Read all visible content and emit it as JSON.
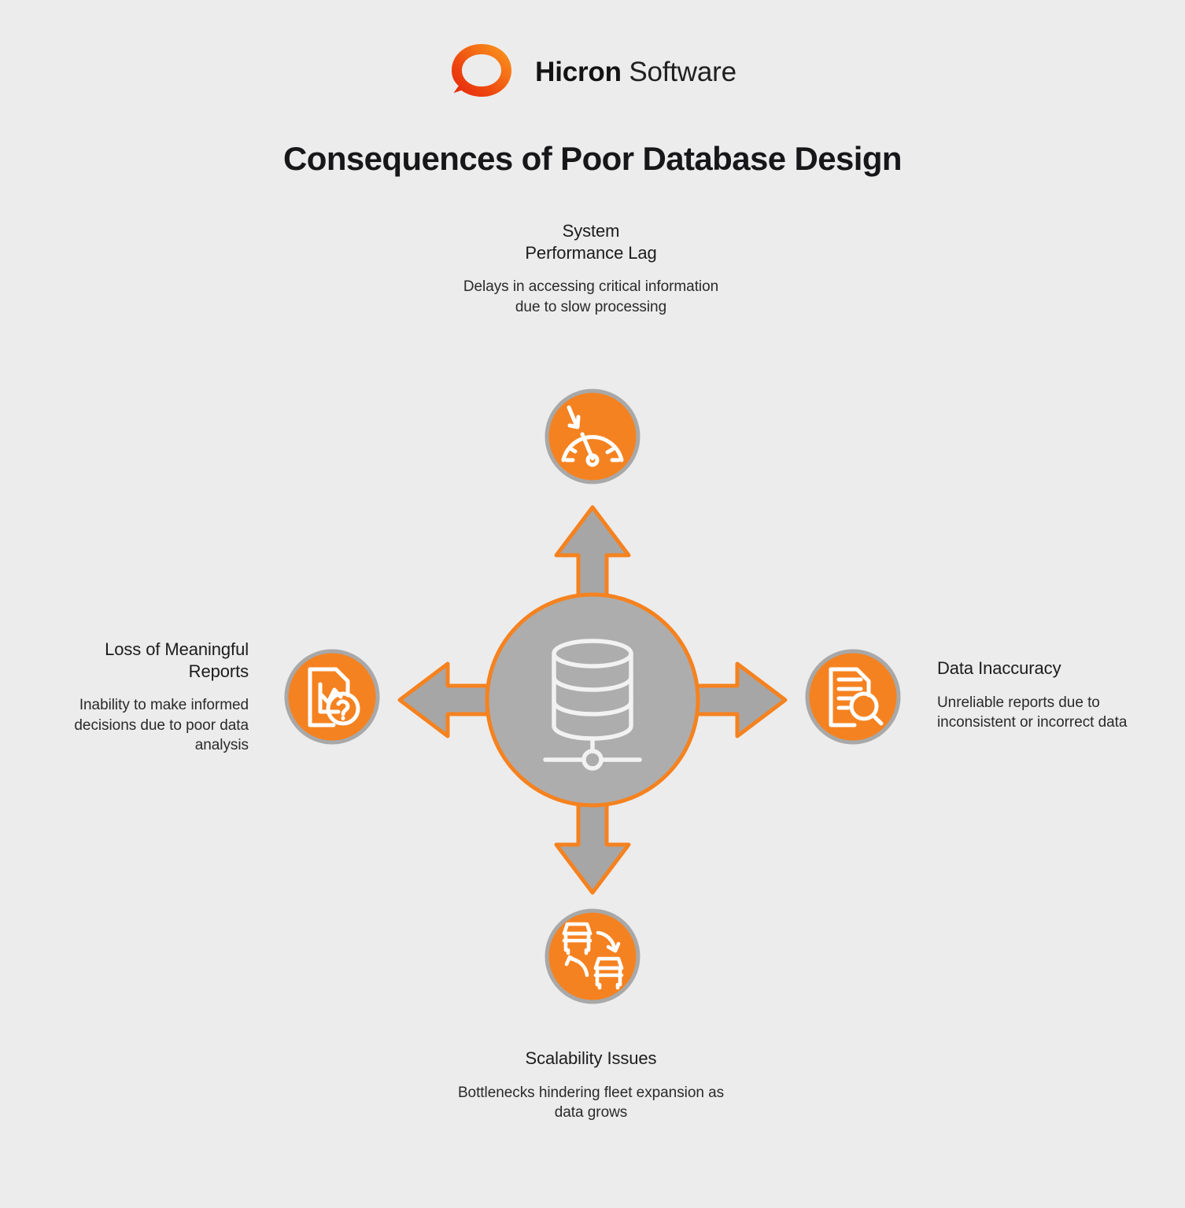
{
  "brand": {
    "logo_icon": "hicron-speech-bubble-ring",
    "name_bold": "Hicron",
    "name_light": "Software",
    "color_orange": "#F58220",
    "color_red": "#E63312"
  },
  "title": "Consequences of Poor Database Design",
  "center": {
    "icon": "database-server-icon",
    "fill": "#ADADAD",
    "ring": "#F5821F"
  },
  "arrows": {
    "fill": "#A6A6A6",
    "stroke": "#F5821F",
    "directions": [
      "up",
      "right",
      "down",
      "left"
    ]
  },
  "nodes": [
    {
      "id": "system-performance-lag",
      "position": "top",
      "heading": "System\nPerformance Lag",
      "heading_lines": [
        "System",
        "Performance Lag"
      ],
      "description": "Delays in accessing critical information due to slow processing",
      "icon": "speedometer-down-arrow-icon",
      "icon_fill": "#F58220",
      "icon_ring": "#A8A8A8"
    },
    {
      "id": "data-inaccuracy",
      "position": "right",
      "heading": "Data Inaccuracy",
      "heading_lines": [
        "Data Inaccuracy"
      ],
      "description": "Unreliable reports due to inconsistent or incorrect data",
      "icon": "document-magnifier-icon",
      "icon_fill": "#F58220",
      "icon_ring": "#A8A8A8"
    },
    {
      "id": "scalability-issues",
      "position": "bottom",
      "heading": "Scalability Issues",
      "heading_lines": [
        "Scalability Issues"
      ],
      "description": "Bottlenecks hindering fleet expansion as data grows",
      "icon": "vehicle-exchange-arrows-icon",
      "icon_fill": "#F58220",
      "icon_ring": "#A8A8A8"
    },
    {
      "id": "loss-of-meaningful-reports",
      "position": "left",
      "heading": "Loss of Meaningful\nReports",
      "heading_lines": [
        "Loss of Meaningful",
        "Reports"
      ],
      "description": "Inability to make informed decisions due to poor data analysis",
      "icon": "chart-document-question-icon",
      "icon_fill": "#F58220",
      "icon_ring": "#A8A8A8"
    }
  ],
  "background_color": "#ECECEC"
}
